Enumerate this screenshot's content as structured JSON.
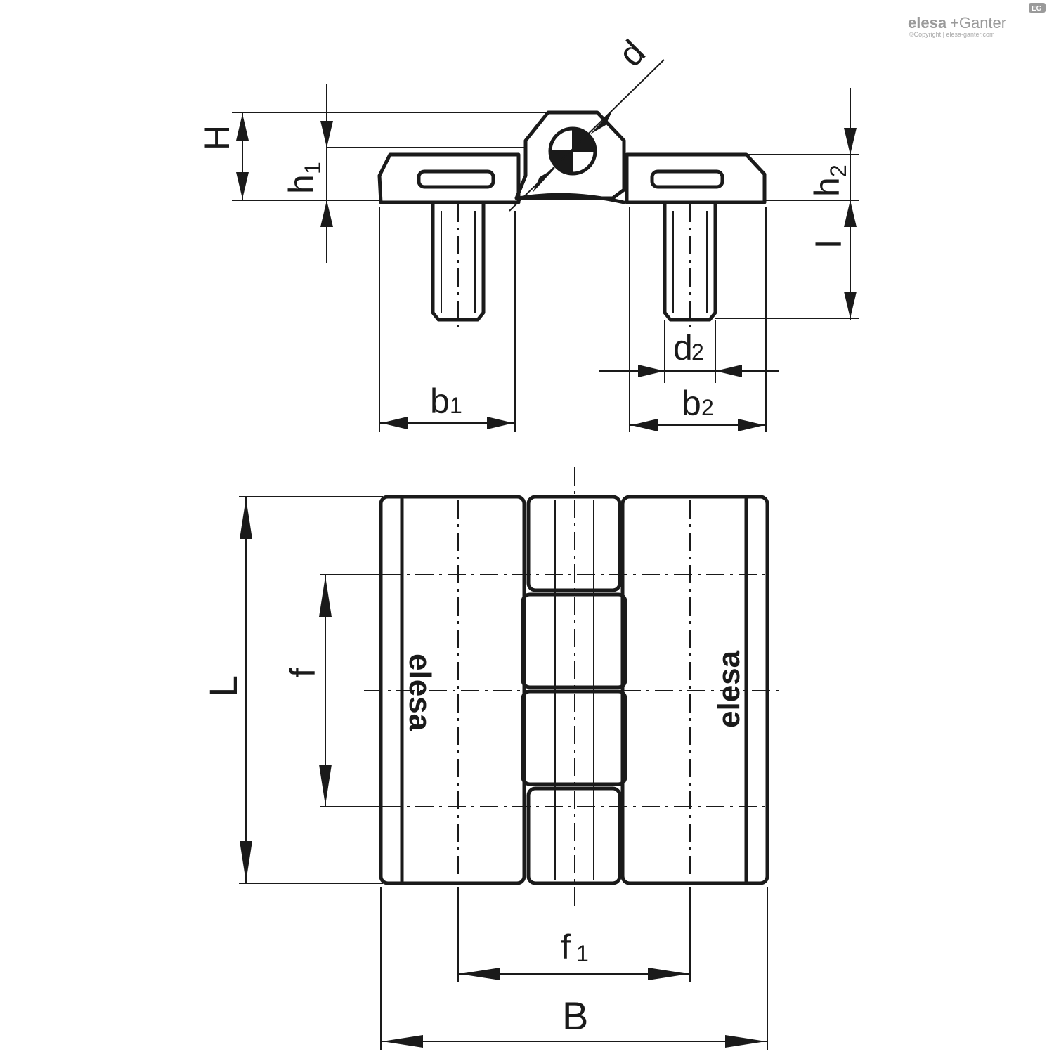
{
  "brand": {
    "name_bold": "elesa",
    "name_rest": "+Ganter",
    "copyright": "©Copyright | elesa-ganter.com",
    "badge": "EG",
    "accent_color": "#9a9a9a"
  },
  "logos": {
    "left_mark": "elesa",
    "right_mark": "elesa"
  },
  "dimensions": {
    "d": "d",
    "H": "H",
    "h1_main": "h",
    "h1_sub": "1",
    "h2_main": "h",
    "h2_sub": "2",
    "l": "l",
    "d2_main": "d",
    "d2_sub": "2",
    "b1_main": "b",
    "b1_sub": "1",
    "b2_main": "b",
    "b2_sub": "2",
    "L": "L",
    "f": "f",
    "f1_main": "f",
    "f1_sub": "1",
    "B": "B"
  }
}
